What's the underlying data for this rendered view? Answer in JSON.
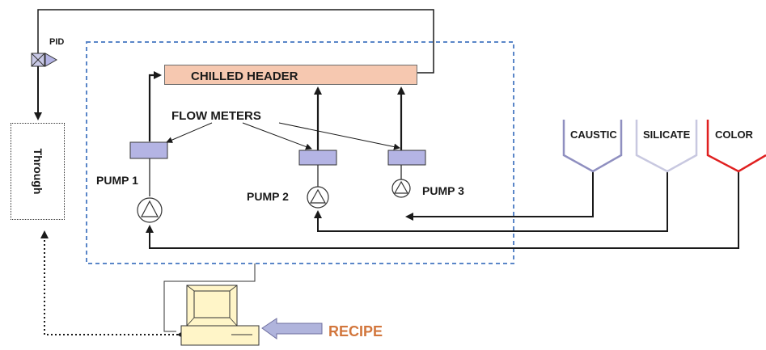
{
  "diagram": {
    "header_label": "CHILLED HEADER",
    "flow_meters_label": "FLOW METERS",
    "pid_label": "PID",
    "through_label": "Through",
    "recipe_label": "RECIPE",
    "pumps": [
      {
        "label": "PUMP 1"
      },
      {
        "label": "PUMP 2"
      },
      {
        "label": "PUMP 3"
      }
    ],
    "tanks": [
      {
        "label": "CAUSTIC",
        "color": "#8f8fc0"
      },
      {
        "label": "SILICATE",
        "color": "#c8c8e0"
      },
      {
        "label": "COLOR",
        "color": "#e02020"
      }
    ],
    "colors": {
      "header_fill": "#f6c8b0",
      "meter_fill": "#b4b4e4",
      "control_boundary": "#5a86c8",
      "recipe_text": "#d2763c",
      "recipe_arrow": "#b0b4dc",
      "computer_fill": "#fff5c8"
    }
  }
}
